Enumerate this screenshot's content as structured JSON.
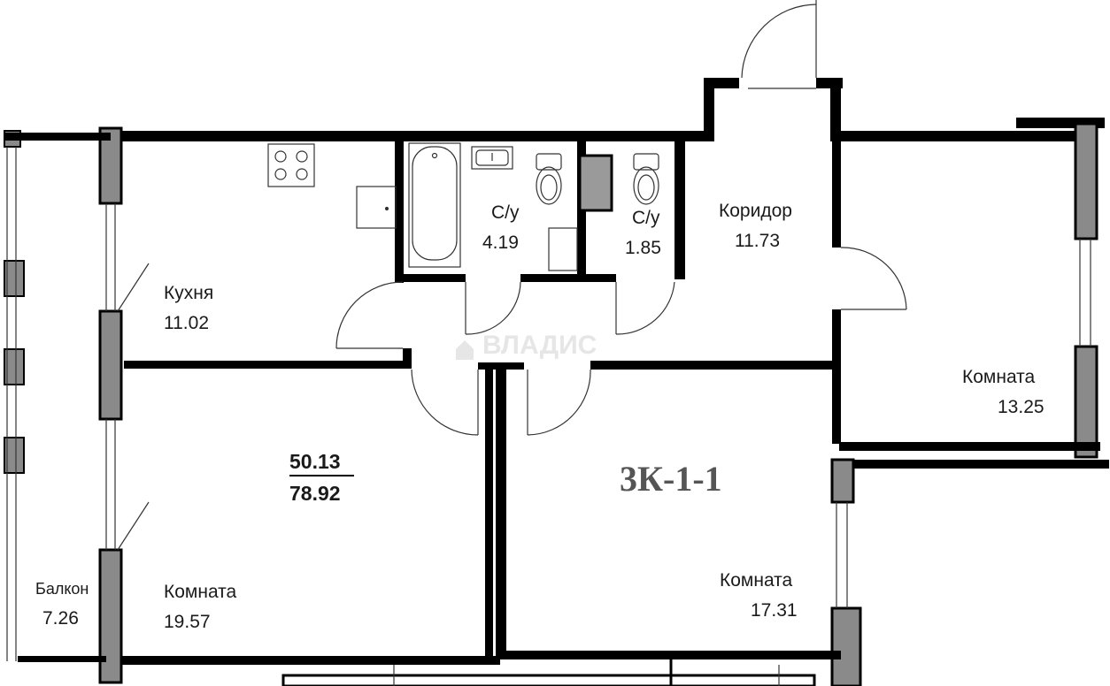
{
  "plan": {
    "code": "3К-1-1",
    "living_area": "50.13",
    "total_area": "78.92",
    "watermark": "ВЛАДИС",
    "colors": {
      "wall": "#000000",
      "wall_fill": "#9a9a9a",
      "line": "#333333"
    },
    "rooms": {
      "kitchen": {
        "name": "Кухня",
        "area": "11.02"
      },
      "bath1": {
        "name": "С/у",
        "area": "4.19"
      },
      "bath2": {
        "name": "С/у",
        "area": "1.85"
      },
      "corridor": {
        "name": "Коридор",
        "area": "11.73"
      },
      "room_right": {
        "name": "Комната",
        "area": "13.25"
      },
      "room_left": {
        "name": "Комната",
        "area": "19.57"
      },
      "room_center": {
        "name": "Комната",
        "area": "17.31"
      },
      "balcony": {
        "name": "Балкон",
        "area": "7.26"
      }
    }
  }
}
